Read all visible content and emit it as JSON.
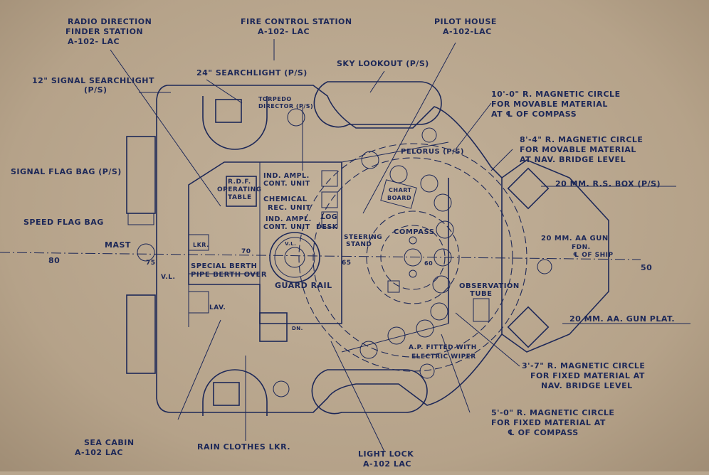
{
  "labels": {
    "radio_df": [
      "RADIO DIRECTION",
      "FINDER STATION",
      "A-102- LAC"
    ],
    "fire_control": [
      "FIRE CONTROL STATION",
      "A-102- LAC"
    ],
    "pilot_house": [
      "PILOT HOUSE",
      "A-102-LAC"
    ],
    "signal_searchlight": [
      "12\" SIGNAL SEARCHLIGHT",
      "(P/S)"
    ],
    "searchlight_24": "24\" SEARCHLIGHT (P/S)",
    "sky_lookout": "SKY LOOKOUT (P/S)",
    "torpedo_director": [
      "TORPEDO",
      "DIRECTOR (P/S)"
    ],
    "mag_circle_10": [
      "10'-0\" R. MAGNETIC CIRCLE",
      "FOR MOVABLE MATERIAL",
      "AT ℄ OF COMPASS"
    ],
    "mag_circle_8": [
      "8'-4\" R. MAGNETIC CIRCLE",
      "FOR MOVABLE MATERIAL",
      "AT NAV. BRIDGE LEVEL"
    ],
    "pelorus": "PELORUS (P/S)",
    "signal_flag_bag": "SIGNAL FLAG BAG (P/S)",
    "speed_flag_bag": "SPEED FLAG BAG",
    "rdf_table": [
      "R.D.F.",
      "OPERATING",
      "TABLE"
    ],
    "ind_ampl_1": [
      "IND. AMPL.",
      "CONT. UNIT"
    ],
    "chemical": [
      "CHEMICAL",
      "REC. UNIT"
    ],
    "ind_ampl_2": [
      "IND. AMPL.",
      "CONT. UNIT"
    ],
    "log_desk": [
      "LOG",
      "DESK"
    ],
    "chart_board": [
      "CHART",
      "BOARD"
    ],
    "rs_box": "20 MM. R.S. BOX (P/S)",
    "mast": "MAST",
    "lkr": "LKR.",
    "frame_80": "80",
    "frame_75": "75",
    "frame_70": "70",
    "frame_65": "65",
    "frame_60": "60",
    "frame_50": "50",
    "steering_stand": [
      "STEERING",
      "STAND"
    ],
    "compass": "COMPASS",
    "aa_gun": "20 MM. AA GUN",
    "fdn_ship": [
      "FDN.",
      "℄ OF SHIP"
    ],
    "vl": "V.L.",
    "special_berth": [
      "SPECIAL BERTH",
      "PIPE BERTH OVER"
    ],
    "guard_rail": "GUARD RAIL",
    "observation_tube": [
      "OBSERVATION",
      "TUBE"
    ],
    "lav": "LAV.",
    "dn": "DN.",
    "gun_plat": "20 MM. AA. GUN PLAT.",
    "ap_wiper": [
      "A.P. FITTED WITH",
      "ELECTRIC WIPER"
    ],
    "mag_circle_3": [
      "3'-7\" R. MAGNETIC CIRCLE",
      "FOR FIXED MATERIAL AT",
      "NAV. BRIDGE LEVEL"
    ],
    "mag_circle_5": [
      "5'-0\" R. MAGNETIC CIRCLE",
      "FOR FIXED MATERIAL AT",
      "℄ OF COMPASS"
    ],
    "sea_cabin": [
      "SEA CABIN",
      "A-102 LAC"
    ],
    "rain_clothes": "RAIN CLOTHES LKR.",
    "light_lock": [
      "LIGHT LOCK",
      "A-102 LAC"
    ]
  }
}
